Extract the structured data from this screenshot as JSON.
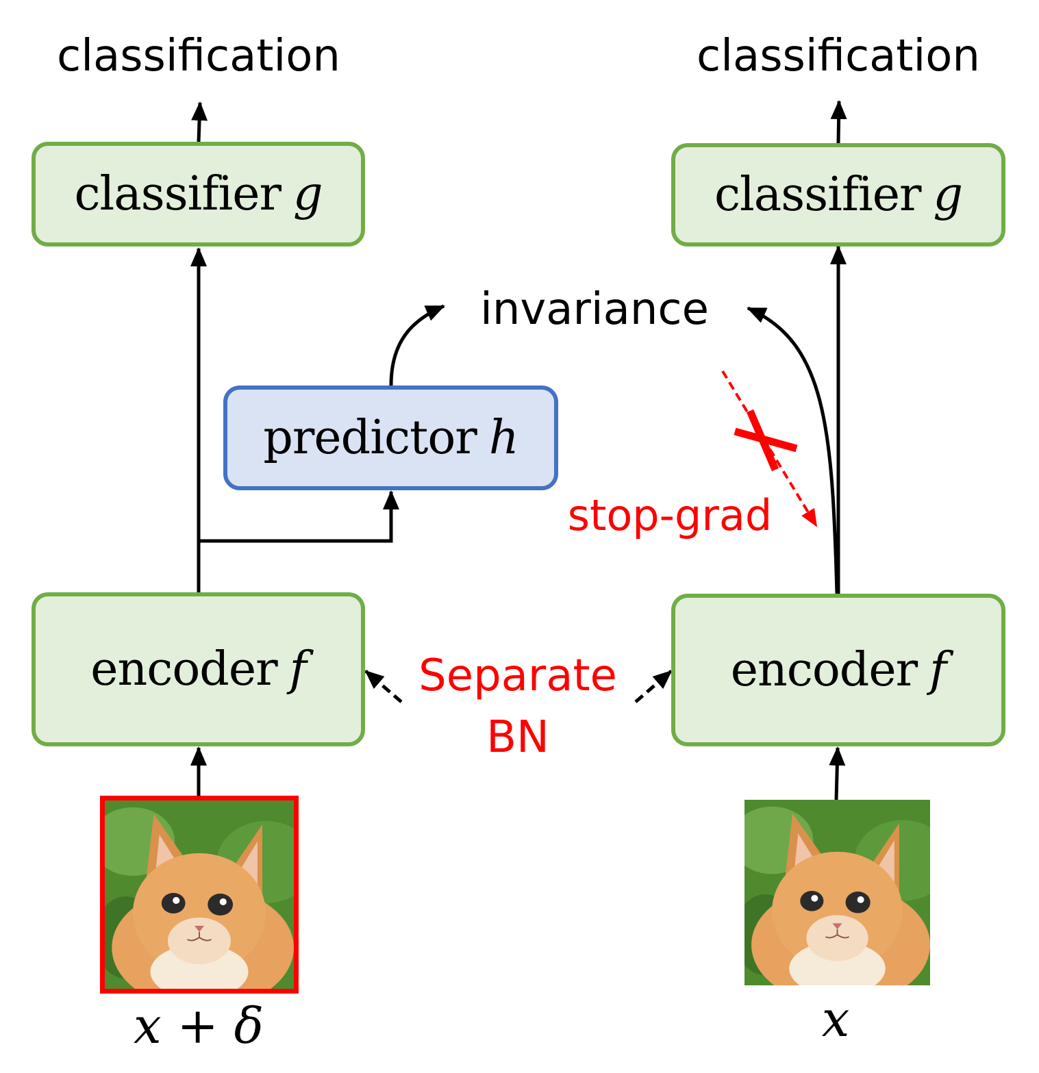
{
  "left_branch": {
    "output_label": "classification",
    "classifier": {
      "name": "classifier",
      "symbol": "g"
    },
    "encoder": {
      "name": "encoder",
      "symbol": "f"
    },
    "input_label": "x + δ",
    "input_image": "kitten-photo-perturbed"
  },
  "right_branch": {
    "output_label": "classification",
    "classifier": {
      "name": "classifier",
      "symbol": "g"
    },
    "encoder": {
      "name": "encoder",
      "symbol": "f"
    },
    "input_label": "x",
    "input_image": "kitten-photo"
  },
  "predictor": {
    "name": "predictor",
    "symbol": "h"
  },
  "invariance_label": "invariance",
  "stop_grad_label": "stop-grad",
  "separate_bn": {
    "line1": "Separate",
    "line2": "BN"
  },
  "colors": {
    "module_fill": "#e2efda",
    "module_border": "#70ad47",
    "predictor_fill": "#dae3f3",
    "predictor_border": "#4472c4",
    "annotation": "#ff0000",
    "arrow": "#000000"
  }
}
